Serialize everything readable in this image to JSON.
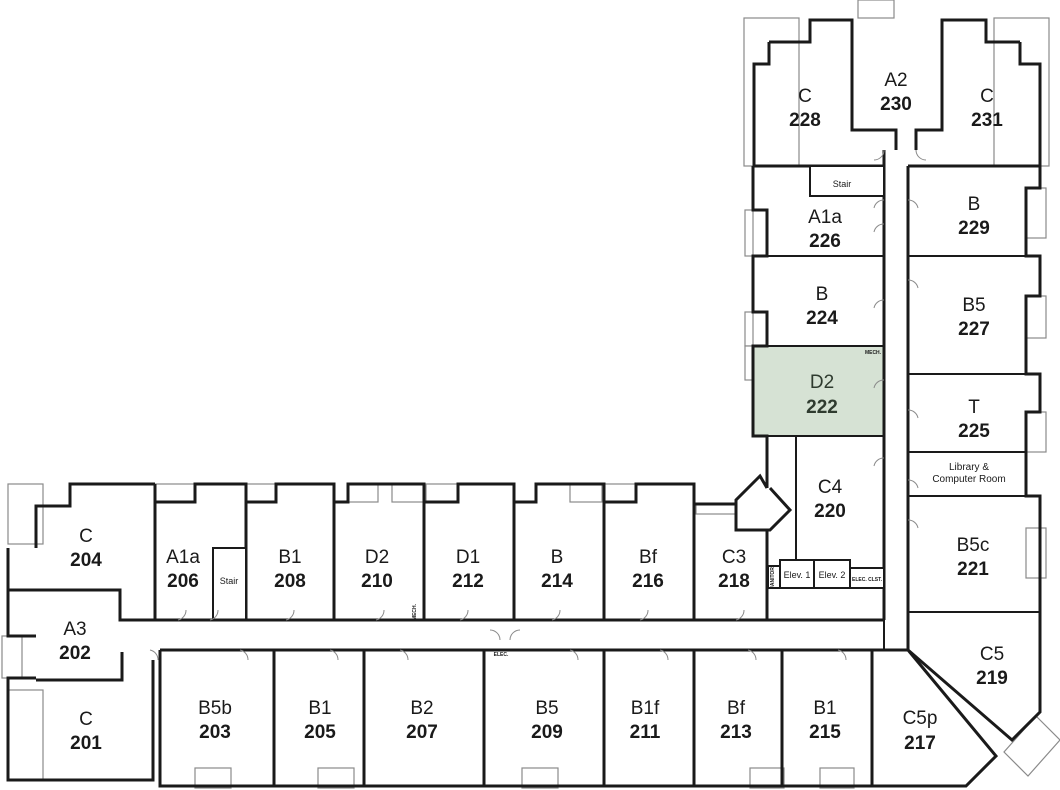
{
  "highlight_color": "#d6e2d4",
  "rooms": {
    "r228": {
      "type": "C",
      "number": "228"
    },
    "r230": {
      "type": "A2",
      "number": "230"
    },
    "r231": {
      "type": "C",
      "number": "231"
    },
    "r226": {
      "type": "A1a",
      "number": "226"
    },
    "r229": {
      "type": "B",
      "number": "229"
    },
    "r224": {
      "type": "B",
      "number": "224"
    },
    "r227": {
      "type": "B5",
      "number": "227"
    },
    "r222": {
      "type": "D2",
      "number": "222",
      "selected": true
    },
    "r225": {
      "type": "T",
      "number": "225"
    },
    "r220": {
      "type": "C4",
      "number": "220"
    },
    "r221": {
      "type": "B5c",
      "number": "221"
    },
    "r219": {
      "type": "C5",
      "number": "219"
    },
    "r204": {
      "type": "C",
      "number": "204"
    },
    "r206": {
      "type": "A1a",
      "number": "206"
    },
    "r208": {
      "type": "B1",
      "number": "208"
    },
    "r210": {
      "type": "D2",
      "number": "210"
    },
    "r212": {
      "type": "D1",
      "number": "212"
    },
    "r214": {
      "type": "B",
      "number": "214"
    },
    "r216": {
      "type": "Bf",
      "number": "216"
    },
    "r218": {
      "type": "C3",
      "number": "218"
    },
    "r202": {
      "type": "A3",
      "number": "202"
    },
    "r201": {
      "type": "C",
      "number": "201"
    },
    "r203": {
      "type": "B5b",
      "number": "203"
    },
    "r205": {
      "type": "B1",
      "number": "205"
    },
    "r207": {
      "type": "B2",
      "number": "207"
    },
    "r209": {
      "type": "B5",
      "number": "209"
    },
    "r211": {
      "type": "B1f",
      "number": "211"
    },
    "r213": {
      "type": "Bf",
      "number": "213"
    },
    "r215": {
      "type": "B1",
      "number": "215"
    },
    "r217": {
      "type": "C5p",
      "number": "217"
    }
  },
  "labels": {
    "stair_east": "Stair",
    "stair_west": "Stair",
    "library_line1": "Library &",
    "library_line2": "Computer Room",
    "elev1": "Elev. 1",
    "elev2": "Elev. 2",
    "elec_clst": "ELEC. CLST.",
    "elec": "ELEC.",
    "mech_222": "MECH.",
    "mech_210": "MECH.",
    "janitor": "JANITOR"
  }
}
